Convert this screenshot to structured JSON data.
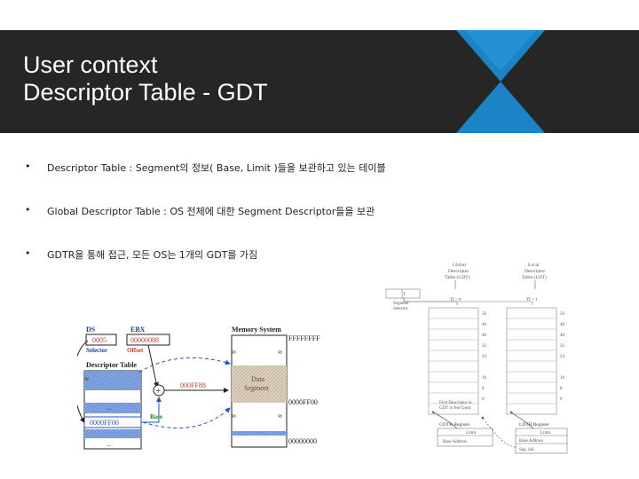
{
  "slide": {
    "title_line1": "User context",
    "title_line2": "Descriptor Table - GDT",
    "colors": {
      "header_bg": "#262626",
      "accent": "#1a84c7",
      "title": "#ffffff"
    }
  },
  "bullets": [
    {
      "marker": "•",
      "text": "Descriptor Table : Segment의 정보( Base, Limit )들을 보관하고 있는 테이블"
    },
    {
      "marker": "•",
      "text": "Global Descriptor Table : OS 전체에 대한 Segment Descriptor들을 보관"
    },
    {
      "marker": "•",
      "text": "GDTR을 통해 접근, 모든 OS는 1개의 GDT를 가짐"
    }
  ],
  "figure_left": {
    "ds_label": "DS",
    "ds_value": "0005",
    "ebx_label": "EBX",
    "ebx_value": "00000088",
    "selector_label": "Selector",
    "offset_label": "Offset",
    "descriptor_table_label": "Descriptor Table",
    "plus": "+",
    "sum_value": "000FF88",
    "base_label": "Base",
    "base_value": "0000FF00",
    "dots1": "...",
    "dots2": "...",
    "memory_label": "Memory System",
    "mem_top": "FFFFFFFF",
    "data_segment_line1": "Data",
    "data_segment_line2": "Segment",
    "mem_mid": "0000FF00",
    "mem_bottom": "00000000"
  },
  "figure_right": {
    "gdt_title": [
      "Global",
      "Descriptor",
      "Table (GDT)"
    ],
    "ldt_title": [
      "Local",
      "Descriptor",
      "Table (LDT)"
    ],
    "selector_box_label": "T",
    "selector_caption": [
      "Segment",
      "Selector"
    ],
    "ti0": "TI = 0",
    "ti1": "TI = 1",
    "gdt_offsets": [
      "56",
      "48",
      "40",
      "32",
      "24",
      "16",
      "8",
      "0"
    ],
    "ldt_offsets": [
      "56",
      "48",
      "40",
      "32",
      "24",
      "16",
      "8",
      "0"
    ],
    "first_desc": [
      "First Descriptor in",
      "GDT is Not Used"
    ],
    "gdtr_label": "GDTR Register",
    "ldtr_label": "LDTR Register",
    "limit_label": "Limit",
    "base_address_label": "Base Address",
    "ldtr_limit": "Limit",
    "ldtr_base": "Base Address",
    "ldtr_sel": "Seg. Sel."
  }
}
